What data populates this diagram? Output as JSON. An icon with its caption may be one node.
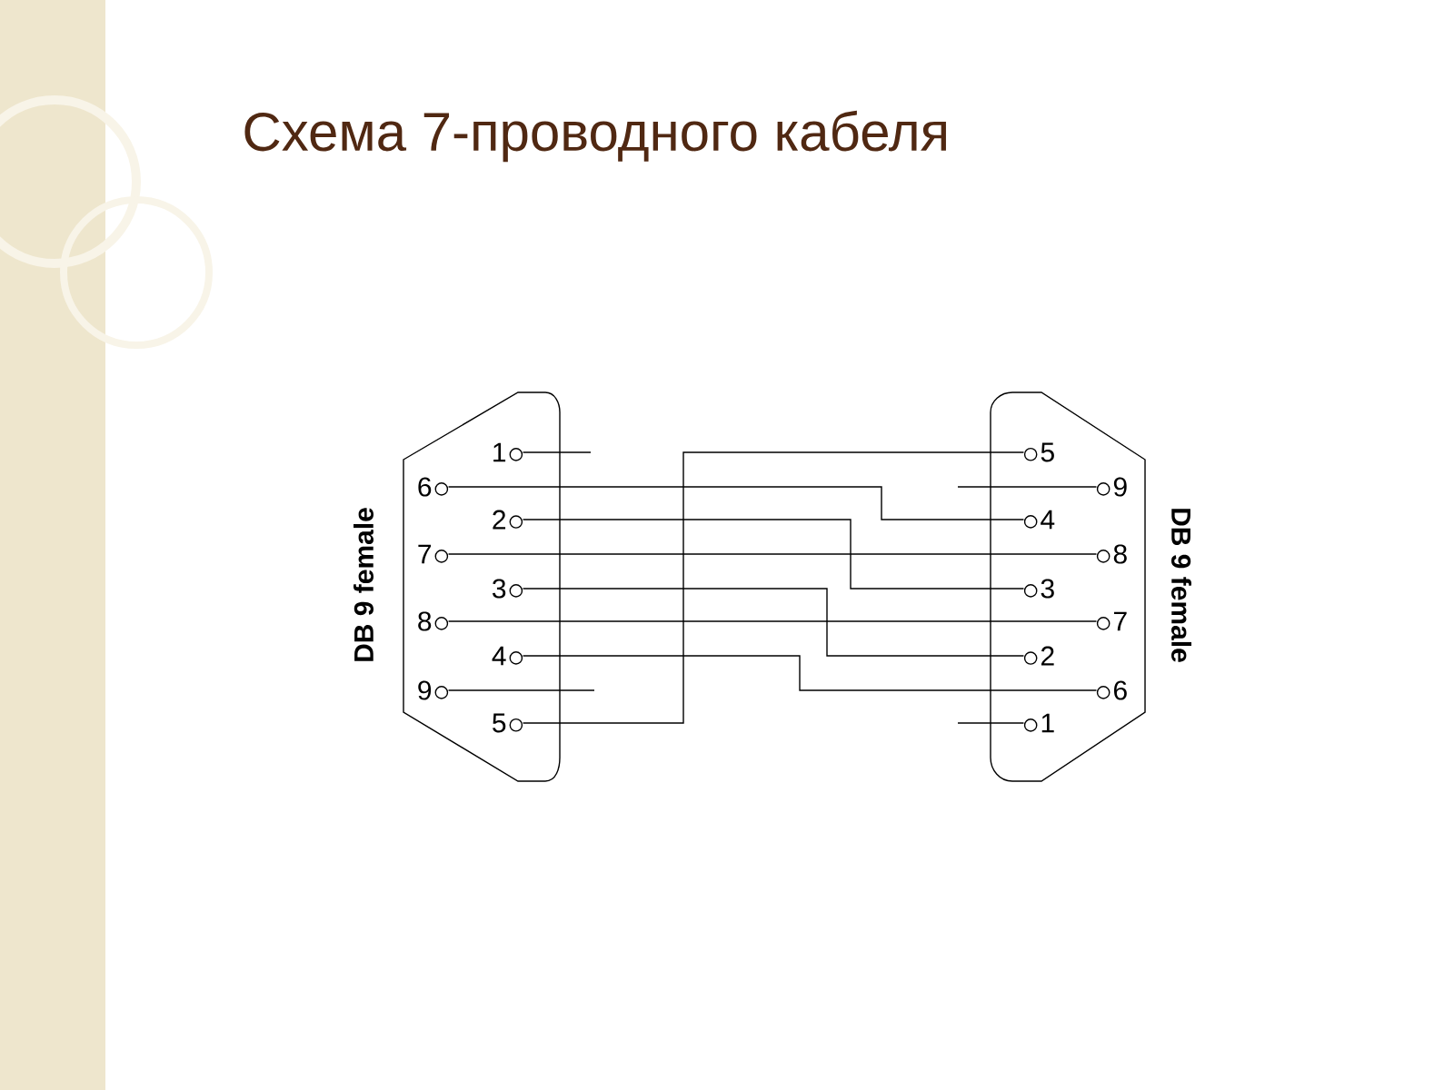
{
  "diagram": {
    "title": "Схема 7-проводного кабеля",
    "nodes": [
      {
        "text": [
          "DB 9 female"
        ]
      },
      {
        "text": [
          "1"
        ],
        "in": 0
      },
      {
        "text": [
          "6"
        ],
        "in": 0
      },
      {
        "text": [
          "2"
        ],
        "in": 0
      },
      {
        "text": [
          "7"
        ],
        "in": 0
      },
      {
        "text": [
          "3"
        ],
        "in": 0
      },
      {
        "text": [
          "8"
        ],
        "in": 0
      },
      {
        "text": [
          "4"
        ],
        "in": 0
      },
      {
        "text": [
          "9"
        ],
        "in": 0
      },
      {
        "text": [
          "5"
        ],
        "in": 0
      },
      {
        "text": [
          "DB 9 female"
        ]
      },
      {
        "text": [
          "5"
        ],
        "in": 10
      },
      {
        "text": [
          "9"
        ],
        "in": 10
      },
      {
        "text": [
          "4"
        ],
        "in": 10
      },
      {
        "text": [
          "8"
        ],
        "in": 10
      },
      {
        "text": [
          "3"
        ],
        "in": 10
      },
      {
        "text": [
          "7"
        ],
        "in": 10
      },
      {
        "text": [
          "2"
        ],
        "in": 10
      },
      {
        "text": [
          "6"
        ],
        "in": 10
      },
      {
        "text": [
          "1"
        ],
        "in": 10
      }
    ],
    "edges": [
      {
        "from": 9,
        "to": 11,
        "arrow": "none"
      },
      {
        "from": 2,
        "to": 13,
        "arrow": "none"
      },
      {
        "from": 3,
        "to": 15,
        "arrow": "none"
      },
      {
        "from": 4,
        "to": 14,
        "arrow": "none"
      },
      {
        "from": 5,
        "to": 17,
        "arrow": "none"
      },
      {
        "from": 6,
        "to": 16,
        "arrow": "none"
      },
      {
        "from": 7,
        "to": 18,
        "arrow": "none"
      }
    ]
  }
}
